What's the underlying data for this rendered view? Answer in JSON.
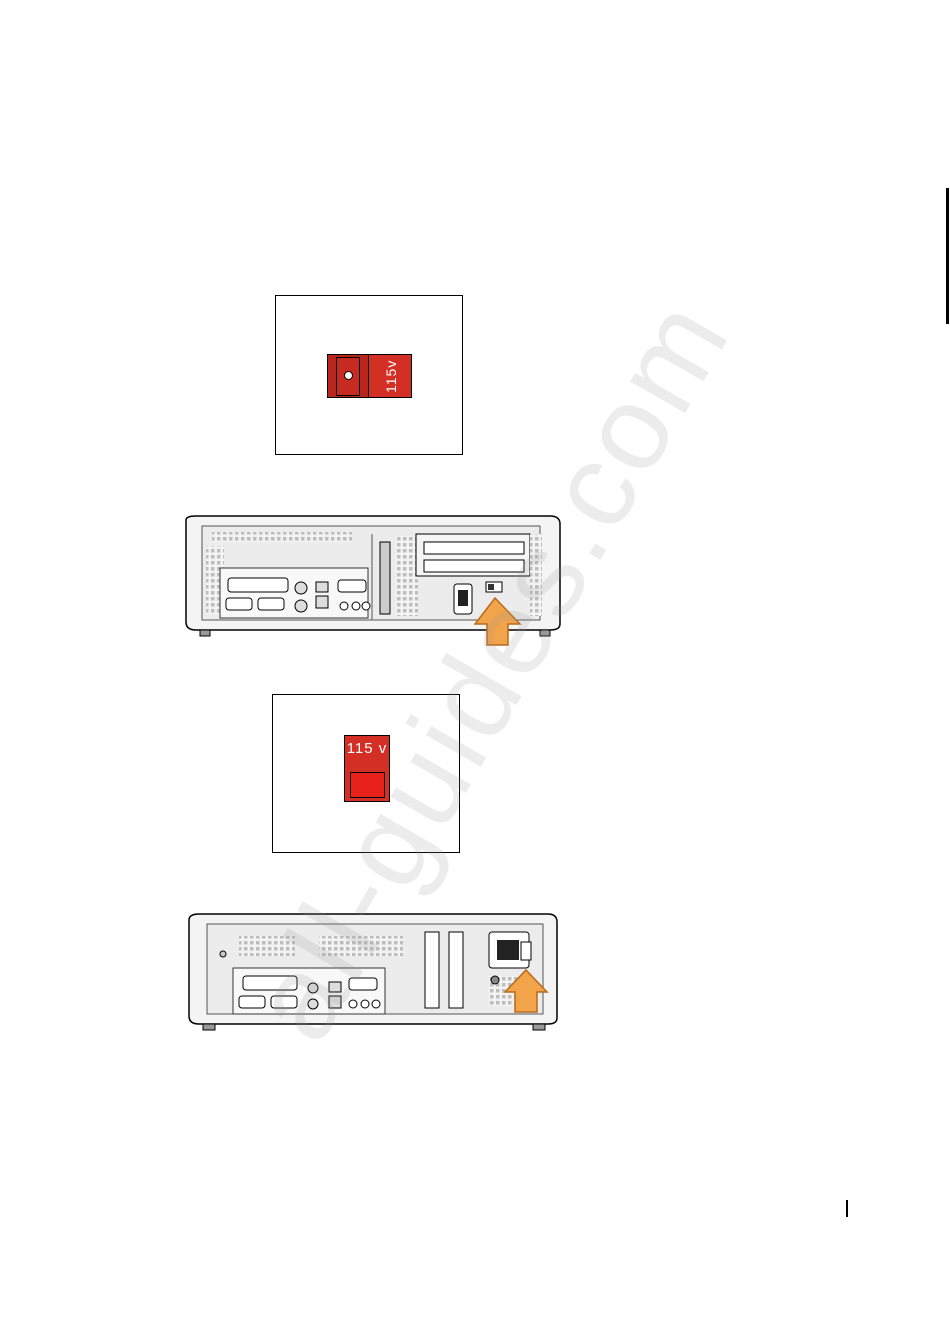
{
  "watermark": "all-guides.com",
  "figures": [
    {
      "callout_label": "115v",
      "computer": "small-desktop-rear"
    },
    {
      "callout_label": "115 v",
      "computer": "small-form-factor-rear"
    }
  ],
  "colors": {
    "switch_red": "#d32f24",
    "arrow_orange": "#f2a44b",
    "chassis_gray": "#eeeeee"
  }
}
